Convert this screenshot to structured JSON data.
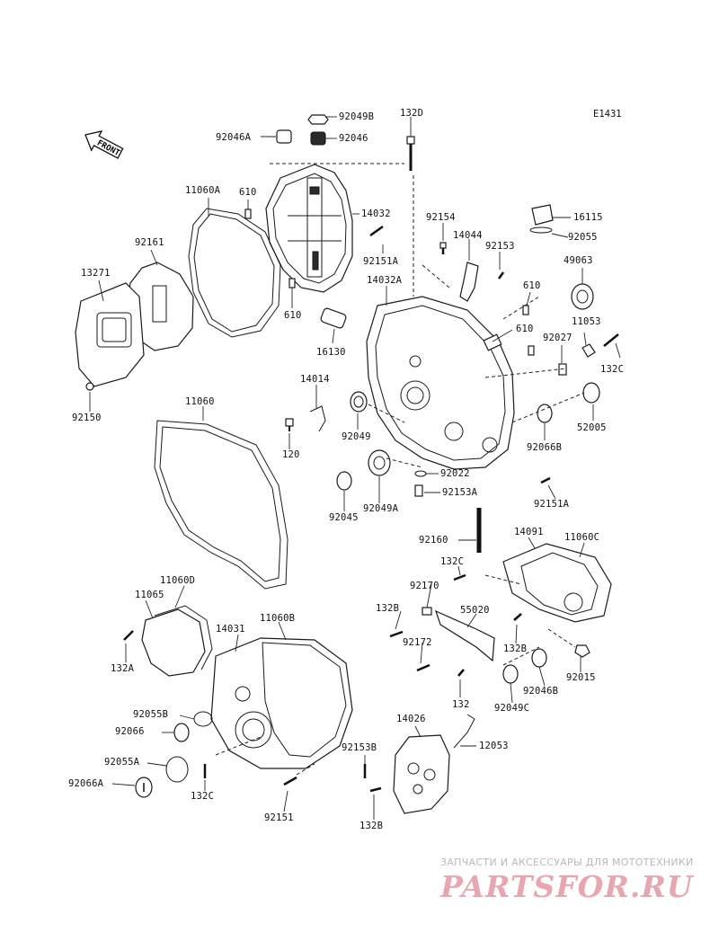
{
  "diagram": {
    "code": "E1431",
    "front_label": "FRONT"
  },
  "parts": {
    "p92049B": "92049B",
    "p132D": "132D",
    "p92046A": "92046A",
    "p92046": "92046",
    "p11060A": "11060A",
    "p610a": "610",
    "p14032": "14032",
    "p92161": "92161",
    "p13271": "13271",
    "p610b": "610",
    "p92154": "92154",
    "p14044": "14044",
    "p92153": "92153",
    "p16115": "16115",
    "p92055": "92055",
    "p92151A_top": "92151A",
    "p49063": "49063",
    "p14032A": "14032A",
    "p610c": "610",
    "p610d": "610",
    "p11053": "11053",
    "p16130": "16130",
    "p92027": "92027",
    "p132C_a": "132C",
    "p14014": "14014",
    "p92150": "92150",
    "p11060": "11060",
    "p92049": "92049",
    "p52005": "52005",
    "p92066B": "92066B",
    "p120": "120",
    "p92022": "92022",
    "p92153A": "92153A",
    "p92151A_bot": "92151A",
    "p92045": "92045",
    "p92049A": "92049A",
    "p92160": "92160",
    "p14091": "14091",
    "p11060C": "11060C",
    "p132C_b": "132C",
    "p11060D": "11060D",
    "p11065": "11065",
    "p92170": "92170",
    "p11060B": "11060B",
    "p132B_a": "132B",
    "p55020": "55020",
    "p14031": "14031",
    "p92172": "92172",
    "p132B_b": "132B",
    "p132A": "132A",
    "p92015": "92015",
    "p92046B": "92046B",
    "p132": "132",
    "p92055B": "92055B",
    "p92049C": "92049C",
    "p14026": "14026",
    "p92066": "92066",
    "p12053": "12053",
    "p92153B": "92153B",
    "p92055A": "92055A",
    "p92066A": "92066A",
    "p132C_c": "132C",
    "p92151": "92151",
    "p132B_c": "132B"
  },
  "watermark": {
    "tagline": "ЗАПЧАСТИ И АКСЕССУАРЫ ДЛЯ МОТОТЕХНИКИ",
    "site": "PARTSFOR.RU"
  },
  "colors": {
    "line": "#222222",
    "watermark_logo": "#e8a6b0",
    "watermark_text": "#b9b9b9"
  }
}
